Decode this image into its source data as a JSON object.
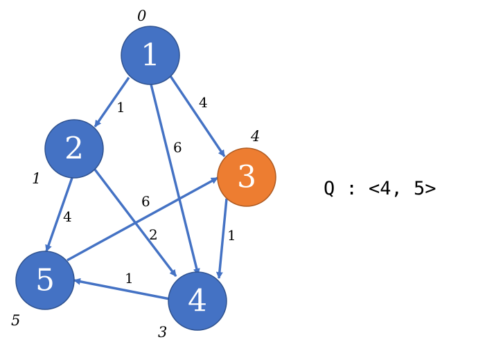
{
  "colors": {
    "node_default": "#4472C4",
    "node_highlight": "#ED7D31",
    "node_stroke": "#2F528F",
    "edge": "#4472C4"
  },
  "graph": {
    "nodes": [
      {
        "id": "n1",
        "label": "1",
        "dist": "0",
        "state": "default"
      },
      {
        "id": "n2",
        "label": "2",
        "dist": "1",
        "state": "default"
      },
      {
        "id": "n3",
        "label": "3",
        "dist": "4",
        "state": "highlight"
      },
      {
        "id": "n4",
        "label": "4",
        "dist": "3",
        "state": "default"
      },
      {
        "id": "n5",
        "label": "5",
        "dist": "5",
        "state": "default"
      }
    ],
    "edges": [
      {
        "id": "e12",
        "from": "n1",
        "to": "n2",
        "weight": "1"
      },
      {
        "id": "e13",
        "from": "n1",
        "to": "n3",
        "weight": "4"
      },
      {
        "id": "e14",
        "from": "n1",
        "to": "n4",
        "weight": "6"
      },
      {
        "id": "e25",
        "from": "n2",
        "to": "n5",
        "weight": "4"
      },
      {
        "id": "e24",
        "from": "n2",
        "to": "n4",
        "weight": "2"
      },
      {
        "id": "e53",
        "from": "n5",
        "to": "n3",
        "weight": "6"
      },
      {
        "id": "e34",
        "from": "n3",
        "to": "n4",
        "weight": "1"
      },
      {
        "id": "e45",
        "from": "n4",
        "to": "n5",
        "weight": "1"
      }
    ]
  },
  "queue": {
    "text": "Q : <4, 5>"
  }
}
